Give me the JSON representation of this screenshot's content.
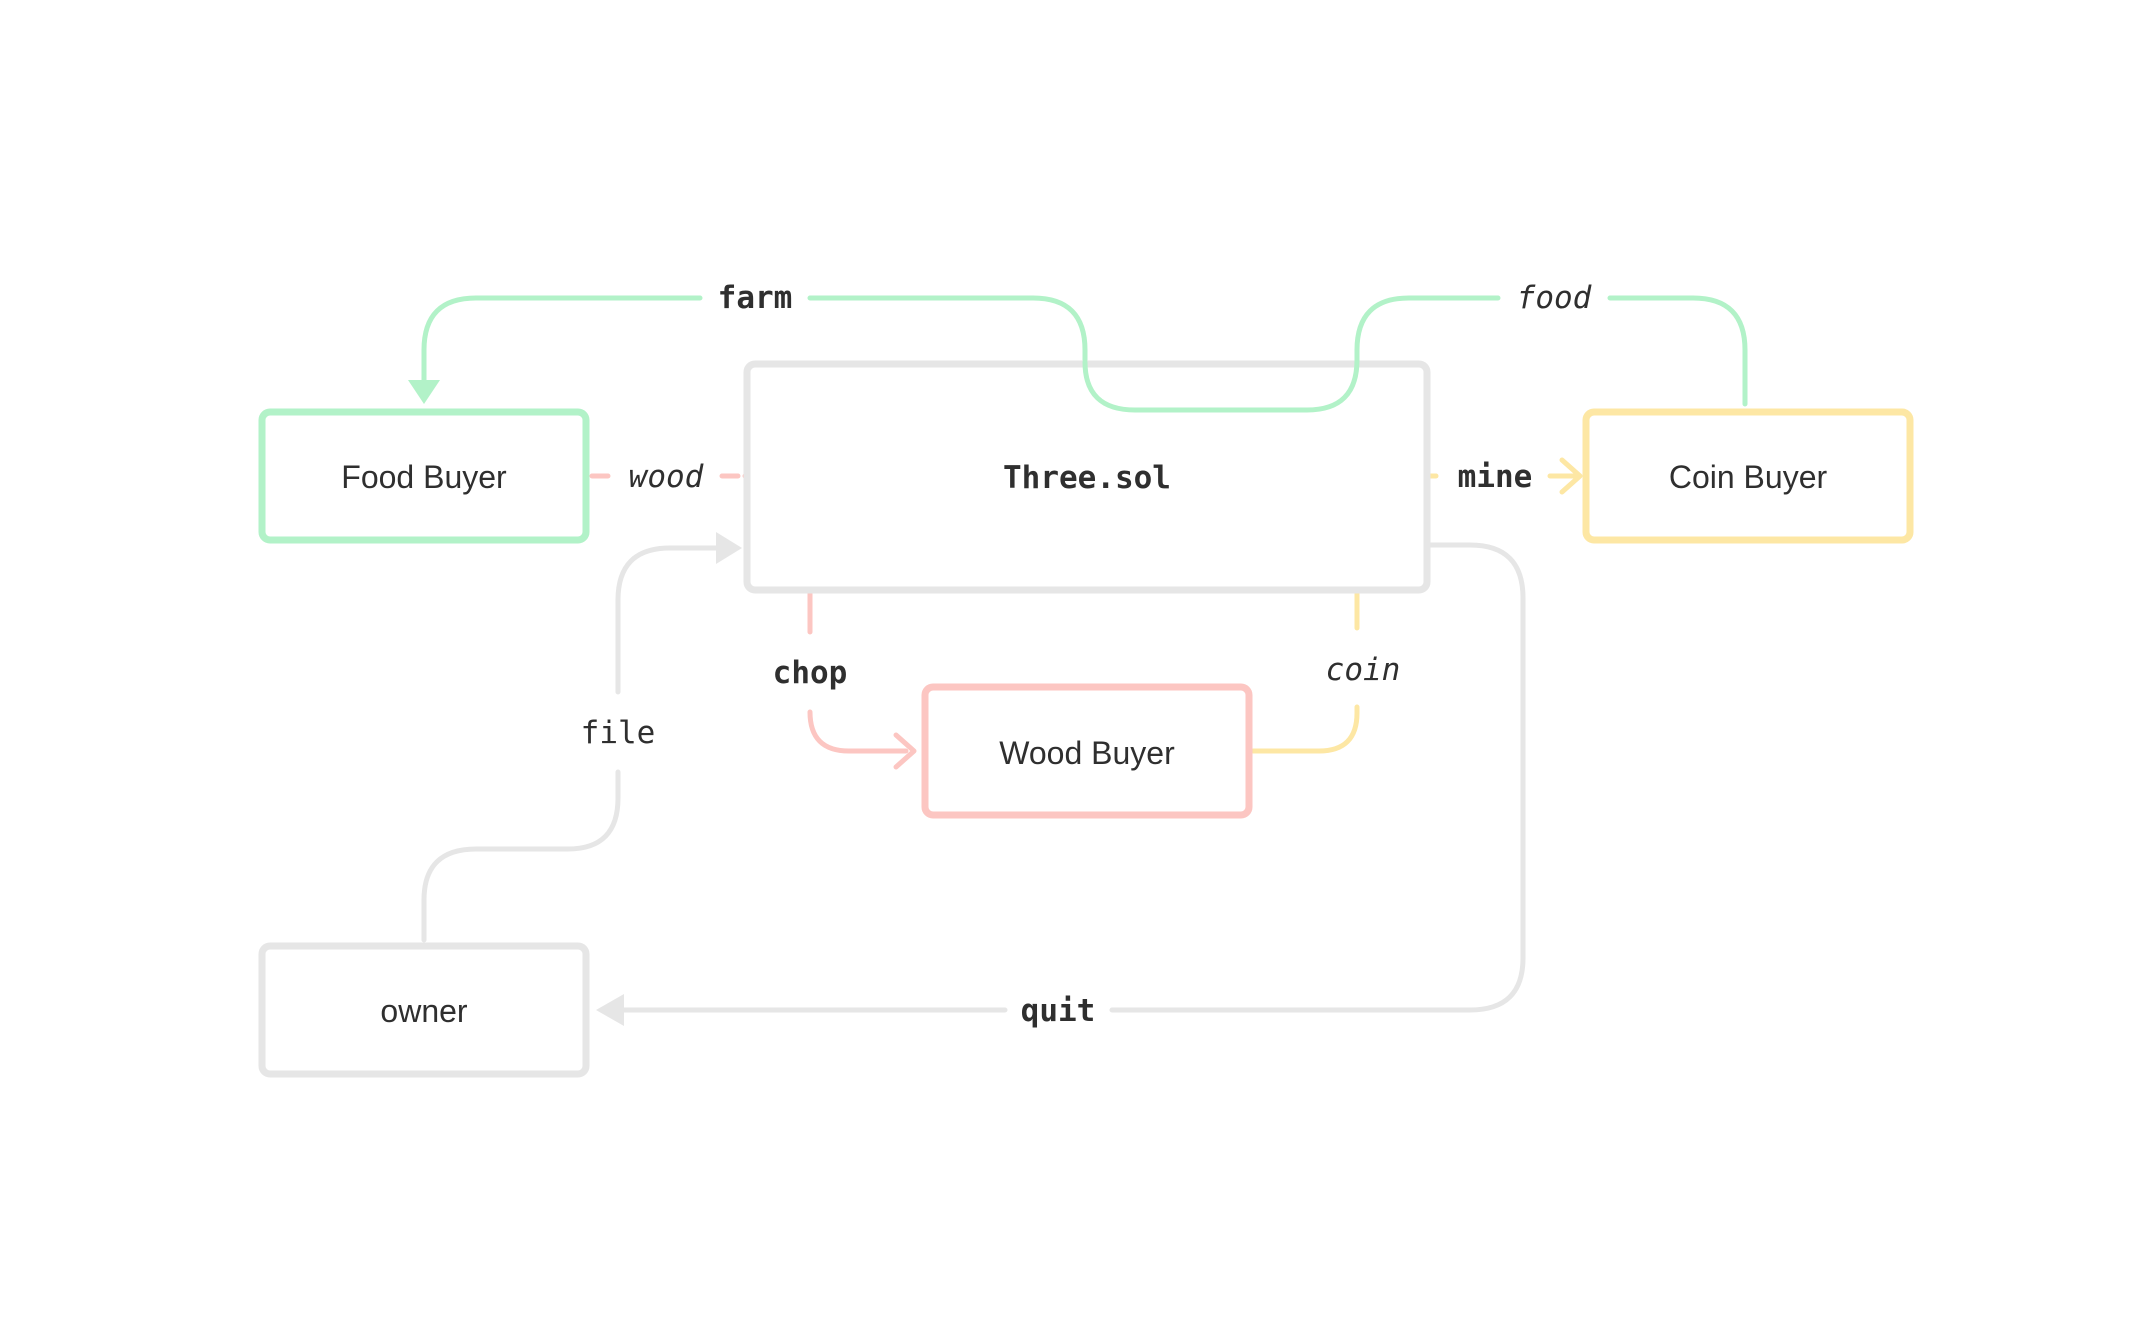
{
  "colors": {
    "green": "#b2f2c8",
    "red": "#fcc6c2",
    "yellow": "#fde7a4",
    "gray": "#e6e6e6",
    "text": "#2f2f2f",
    "background": "#ffffff"
  },
  "nodes": {
    "food_buyer": "Food Buyer",
    "contract": "Three.sol",
    "coin_buyer": "Coin Buyer",
    "wood_buyer": "Wood Buyer",
    "owner": "owner"
  },
  "edges": {
    "farm": "farm",
    "food": "food",
    "wood": "wood",
    "mine": "mine",
    "chop": "chop",
    "coin": "coin",
    "file": "file",
    "quit": "quit"
  }
}
